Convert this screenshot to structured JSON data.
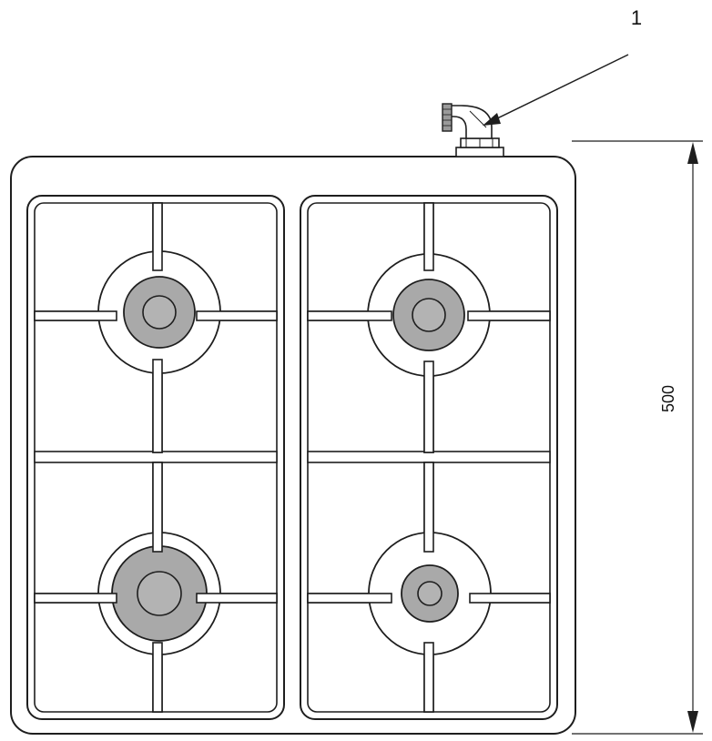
{
  "diagram": {
    "callout_label": "1",
    "dimension_label": "500",
    "colors": {
      "line": "#1e1e1e",
      "burner_cap": "#a9a9a9",
      "fitting": "#9a9a9a",
      "background": "#ffffff"
    },
    "burners": [
      {
        "id": "front-left-large",
        "position": "bottom-left"
      },
      {
        "id": "rear-left",
        "position": "top-left"
      },
      {
        "id": "rear-right",
        "position": "top-right"
      },
      {
        "id": "front-right-small",
        "position": "bottom-right"
      }
    ]
  }
}
